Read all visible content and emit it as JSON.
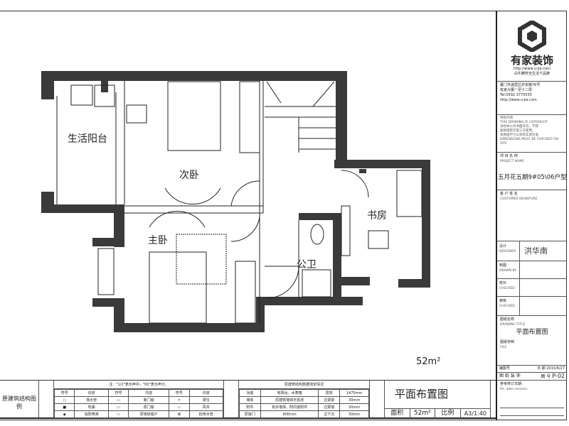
{
  "plan": {
    "rooms": {
      "balcony": "生活阳台",
      "second_bedroom": "次卧",
      "master_bedroom": "主卧",
      "study": "书房",
      "bathroom": "公卫"
    },
    "area": "52m²",
    "wall_color": "#3a3a3a"
  },
  "title_block": {
    "company": "有家装饰",
    "website": "http://www.u-jia.com",
    "slogan": "白牛腾芳全生活下品牌",
    "address1": "厦门市湖里区护安路76号",
    "address2": "有家大厦一至十二层",
    "tel": "Tel:0592 3775555",
    "website2": "http://www.u-jia.com",
    "notice_title": "特别声明",
    "notice_lines": [
      "THIS DRAWING IS COPYRIGHT",
      "未经本公司书面许可，不得",
      "复制或转交第三方使用。",
      "本图纸尺寸以现场实测为准",
      "DIMENSIONS MUST BE CHECKED ON SITE"
    ],
    "project_label": "项 目 名 称",
    "project_label_en": "PROJECT NAME",
    "project_name": "五月花五期9#05\\06户型",
    "customer_label": "客 户 签 名",
    "customer_label_en": "CUSTOMER SIGNATURE",
    "design_label": "设计",
    "design_label_en": "DESIGNER",
    "designer": "洪华南",
    "draw_label": "制图",
    "draw_label_en": "DRAWN BY",
    "check_label": "校对",
    "check_label_en": "CHECKED",
    "review_label": "审核",
    "review_label_en": "CHECKED",
    "drawing_name_label": "图纸名称",
    "drawing_name_label_en": "DRAWING TITLE",
    "drawing_name": "平面布置图",
    "file_label": "图纸存档",
    "file_label_en": "FILE",
    "number_label": "编图号",
    "date_label": "日 期",
    "date": "2015/6/27",
    "sheet_label": "图 纸 装 饰",
    "sheet_no_label": "图 号",
    "sheet_no": "P-02",
    "revision_label": "参考修订日期:",
    "revision_label_en": "Re. date revision:"
  },
  "legend": {
    "title": "原建筑结构图例",
    "note": "注：\"1/2\"表示声中，\"00\"表示声分。",
    "headers": [
      "符号",
      "内容",
      "符号",
      "内容",
      "符号",
      "内容"
    ],
    "rows": [
      [
        "○",
        "落水管",
        "▭",
        "新门窗",
        "═",
        "梁位"
      ],
      [
        "■",
        "地漏",
        "▭",
        "原门窗",
        "▭",
        "风井"
      ],
      [
        "◆",
        "消防喷淋",
        "▭",
        "原墙体窗户",
        "⊠",
        "检修水管"
      ]
    ]
  },
  "conditions": {
    "title": "原建筑结构数据测定情况",
    "rows": [
      [
        "功能",
        "有阳台、水表箱",
        "层高",
        "1475mm"
      ],
      [
        "墙体",
        "原建筑墙体无拆改",
        "过梁梁",
        "30mm"
      ],
      [
        "附件",
        "有外墙体、附内窗附件",
        "过梁窗",
        "30mm"
      ],
      [
        "原窗门",
        "900mm",
        "过下沉",
        "30mm"
      ]
    ]
  },
  "title": {
    "name": "平面布置图",
    "area_label": "面积",
    "area": "52m²",
    "scale_label": "比例",
    "scale": "A3/1:40"
  }
}
